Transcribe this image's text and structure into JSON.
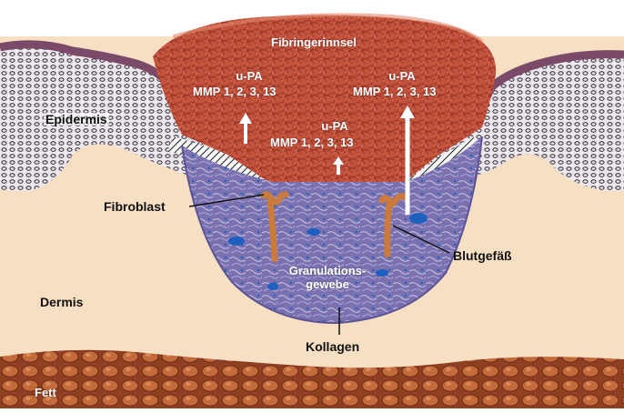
{
  "labels": {
    "fibrin_clot": "Fibringerinnsel",
    "upa_left": "u-PA",
    "mmp_left": "MMP 1, 2, 3, 13",
    "upa_center": "u-PA",
    "mmp_center": "MMP 1, 2, 3, 13",
    "upa_right": "u-PA",
    "mmp_right": "MMP 1, 2, 3, 13",
    "epidermis": "Epidermis",
    "fibroblast": "Fibroblast",
    "blood_vessel": "Blutgefäß",
    "granulation_line1": "Granulations-",
    "granulation_line2": "gewebe",
    "dermis": "Dermis",
    "collagen": "Kollagen",
    "fat": "Fett"
  },
  "colors": {
    "dermis": "#f6dfc3",
    "fibrin": "#c75a42",
    "epidermis": "#e8e2ea",
    "epidermis_top": "#7b4a68",
    "granulation": "#7b74b0",
    "vessel": "#c97a3c",
    "fat": "#a24d2c",
    "label_dark": "#111111",
    "label_light": "#ffffff"
  }
}
